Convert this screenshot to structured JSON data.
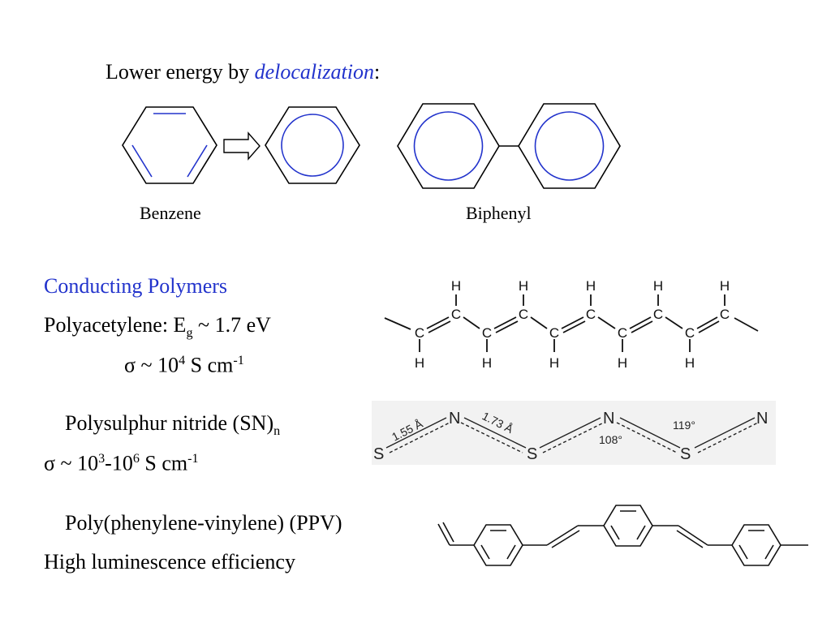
{
  "heading": {
    "prefix": "Lower energy by ",
    "emphasis": "delocalization",
    "suffix": ":"
  },
  "labels": {
    "benzene": "Benzene",
    "biphenyl": "Biphenyl"
  },
  "polymers": {
    "title": "Conducting Polymers",
    "polyacetylene": {
      "name_prefix": "Polyacetylene: E",
      "gap_sub": "g",
      "gap_value": " ~ 1.7 eV",
      "sigma_symbol": "σ",
      "sigma_text": " ~ 10",
      "sigma_exp": "4",
      "sigma_unit": " S cm",
      "sigma_unit_exp": "-1"
    },
    "sn": {
      "name": "Polysulphur nitride (SN)",
      "name_sub": "n",
      "sigma_symbol": "σ",
      "sigma_text1": " ~ 10",
      "sigma_exp1": "3",
      "sigma_text2": "-10",
      "sigma_exp2": "6",
      "sigma_unit": " S cm",
      "sigma_unit_exp": "-1"
    },
    "ppv": {
      "name": "Poly(phenylene-vinylene) (PPV)",
      "property": "High luminescence efficiency"
    }
  },
  "polyacetylene_structure": {
    "carbon": "C",
    "hydrogen": "H"
  },
  "sn_structure": {
    "sulfur": "S",
    "nitrogen": "N",
    "bond1": "1.55 Å",
    "bond2": "1.73 Å",
    "angle1": "108°",
    "angle2": "119°"
  },
  "colors": {
    "accent": "#2233cc"
  }
}
